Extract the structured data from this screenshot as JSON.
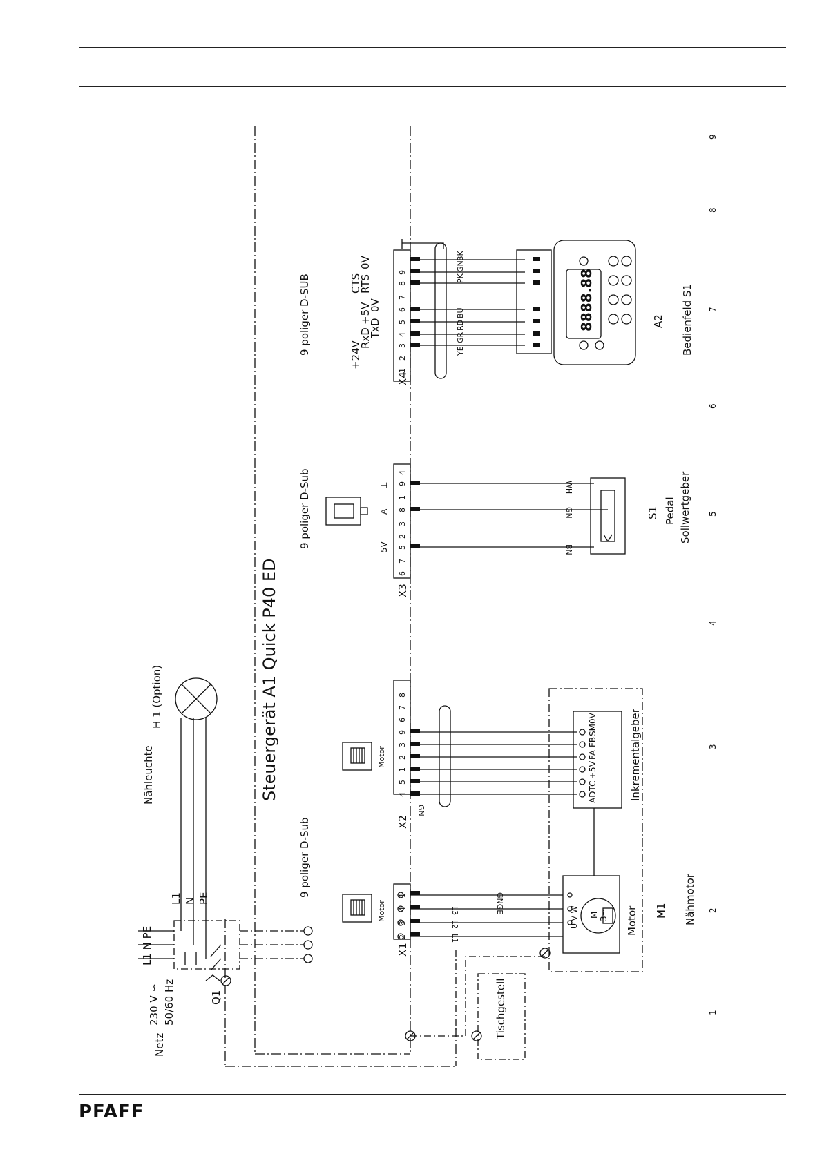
{
  "brand": "PFAFF",
  "controller_title": "Steuergerät A1   Quick  P40 ED",
  "mains": {
    "label": "Netz",
    "voltage": "230 V ∽",
    "frequency": "50/60 Hz",
    "switch": "Q1",
    "terminals": "L1 N PE"
  },
  "lamp": {
    "label": "Nähleuchte",
    "ref": "H 1 (Option)",
    "wires": [
      "L1",
      "N",
      "PE"
    ]
  },
  "connectors": {
    "x1": {
      "label": "X1",
      "plug": "9 poliger D-Sub",
      "icon_label": "Motor",
      "pins": [
        "2",
        "3",
        "4",
        "1"
      ],
      "wires": [
        "L1",
        "L2",
        "L3",
        "GNGE"
      ]
    },
    "x2": {
      "label": "X2",
      "icon_label": "Motor",
      "pins": [
        "4",
        "5",
        "1",
        "2",
        "3",
        "9",
        "6",
        "7",
        "8"
      ],
      "shield": "GN"
    },
    "x3": {
      "label": "X3",
      "plug": "9 poliger D-Sub",
      "pins": [
        "6",
        "7",
        "5",
        "2",
        "3",
        "8",
        "1",
        "9",
        "4"
      ],
      "signals": [
        "5V",
        "A",
        "⊥"
      ],
      "wires": [
        "BN",
        "GN",
        "WH"
      ]
    },
    "x4": {
      "label": "X4",
      "plug": "9 poliger D-SUB",
      "pins": [
        "1",
        "2",
        "3",
        "4",
        "5",
        "6",
        "7",
        "8",
        "9"
      ],
      "signals": [
        "+24V",
        "RxD",
        "TxD",
        "+5V",
        "0V",
        "RTS",
        "CTS",
        "0V"
      ],
      "wires": [
        "YE",
        "GR",
        "RD",
        "BU",
        "PK",
        "GN",
        "BK"
      ]
    }
  },
  "table": {
    "label": "Tischgestell"
  },
  "motor": {
    "ref": "M1",
    "label": "Motor",
    "desc": "Nähmotor",
    "terminals": "U V W",
    "symbol_top": "M",
    "symbol_bottom": "3~"
  },
  "encoder": {
    "label": "Inkrementalgeber",
    "signals": [
      "ADTC",
      "+5V",
      "FA",
      "FB",
      "SM",
      "0V"
    ]
  },
  "pedal": {
    "ref": "S1",
    "label": "Pedal",
    "desc": "Sollwertgeber"
  },
  "panel": {
    "ref": "A2",
    "desc": "Bedienfeld S1",
    "display": "8888.88"
  },
  "grid": [
    "1",
    "2",
    "3",
    "4",
    "5",
    "6",
    "7",
    "8",
    "9"
  ],
  "colors": {
    "line": "#111111",
    "background": "#ffffff"
  }
}
